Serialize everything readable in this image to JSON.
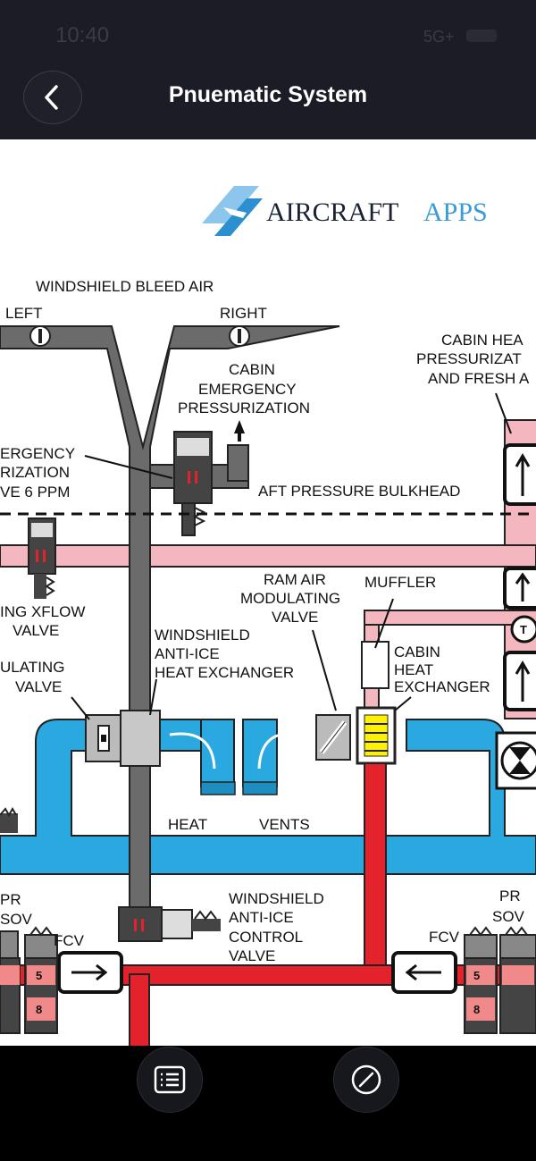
{
  "status": {
    "time": "10:40",
    "network": "5G+"
  },
  "header": {
    "title": "Pnuematic System"
  },
  "logo": {
    "part1": "AIRCRAFT",
    "part2": "APPS"
  },
  "diagram": {
    "labels": {
      "windshield_bleed_air": "WINDSHIELD BLEED AIR",
      "left": "LEFT",
      "right": "RIGHT",
      "cabin_emergency_1": "CABIN",
      "cabin_emergency_2": "EMERGENCY",
      "cabin_emergency_3": "PRESSURIZATION",
      "emergency_1": "ERGENCY",
      "emergency_2": "RIZATION",
      "emergency_3": "VE 6 PPM",
      "aft_bulkhead": "AFT PRESSURE BULKHEAD",
      "cabin_heat_1": "CABIN HEA",
      "cabin_heat_2": "PRESSURIZAT",
      "cabin_heat_3": "AND FRESH A",
      "xflow_1": "ING XFLOW",
      "xflow_2": "VALVE",
      "ram_air_1": "RAM AIR",
      "ram_air_2": "MODULATING",
      "ram_air_3": "VALVE",
      "muffler": "MUFFLER",
      "ws_hx_1": "WINDSHIELD",
      "ws_hx_2": "ANTI-ICE",
      "ws_hx_3": "HEAT EXCHANGER",
      "modulating_1": "ULATING",
      "modulating_2": "VALVE",
      "cabin_hx_1": "CABIN",
      "cabin_hx_2": "HEAT",
      "cabin_hx_3": "EXCHANGER",
      "heat": "HEAT",
      "vents": "VENTS",
      "ws_control_1": "WINDSHIELD",
      "ws_control_2": "ANTI-ICE",
      "ws_control_3": "CONTROL",
      "ws_control_4": "VALVE",
      "pr_left": "PR",
      "sov_left": "SOV",
      "fcv_left": "FCV",
      "pr_right": "PR",
      "sov_right": "SOV",
      "fcv_right": "FCV",
      "num5_left": "5",
      "num8_left": "8",
      "num5_right": "5",
      "num8_right": "8",
      "temp_symbol": "T"
    }
  },
  "colors": {
    "bar": "#1b1c25",
    "gray": "#6b6b6b",
    "blue": "#2aa9e0",
    "red": "#e3222b",
    "pink": "#f4b6bf"
  },
  "icons": {
    "back": "chevron-left-icon",
    "list": "list-icon",
    "compass": "compass-icon"
  }
}
